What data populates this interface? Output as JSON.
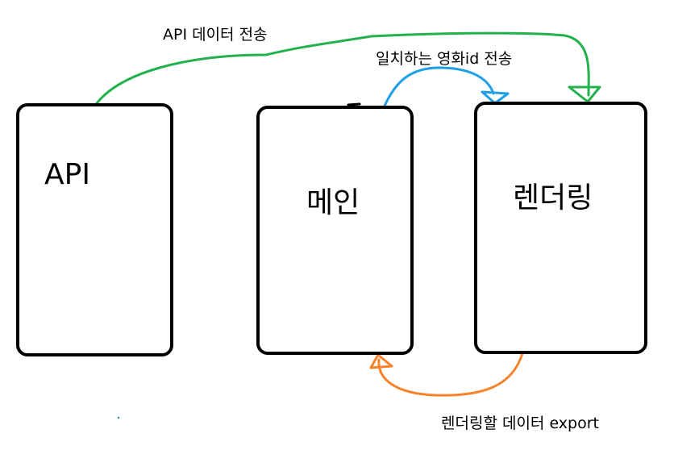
{
  "nodes": {
    "api": {
      "label": "API"
    },
    "main": {
      "label": "메인"
    },
    "rendering": {
      "label": "렌더링"
    }
  },
  "edges": {
    "api_to_rendering": {
      "label": "API 데이터 전송",
      "color": "#22b14c"
    },
    "main_to_rendering": {
      "label": "일치하는 영화id 전송",
      "color": "#1ea0e6"
    },
    "rendering_to_main": {
      "label": "렌더링할 데이터 export",
      "color": "#f7822a"
    }
  }
}
